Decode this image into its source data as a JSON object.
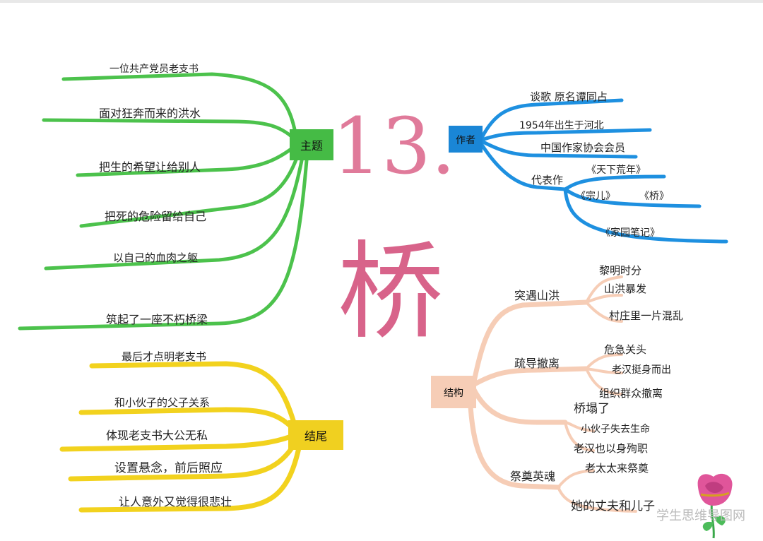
{
  "title": {
    "number": "13.",
    "character": "桥"
  },
  "theme": {
    "label": "主题",
    "color": "#4cc24c",
    "items": [
      "一位共产党员老支书",
      "面对狂奔而来的洪水",
      "把生的希望让给别人",
      "把死的危险留给自己",
      "以自己的血肉之躯",
      "筑起了一座不朽桥梁"
    ]
  },
  "ending": {
    "label": "结尾",
    "color": "#f2d21e",
    "items": [
      "最后才点明老支书",
      "和小伙子的父子关系",
      "体现老支书大公无私",
      "设置悬念，前后照应",
      "让人意外又觉得很悲壮"
    ]
  },
  "author": {
    "label": "作者",
    "color": "#1e90e0",
    "items": [
      "谈歌 原名谭同占",
      "1954年出生于河北",
      "中国作家协会会员"
    ],
    "works_label": "代表作",
    "works": [
      "《天下荒年》",
      "《宗儿》",
      "《桥》",
      "《家园笔记》"
    ]
  },
  "structure": {
    "label": "结构",
    "color": "#f6cdb6",
    "sections": [
      {
        "label": "突遇山洪",
        "items": [
          "黎明时分",
          "山洪暴发",
          "村庄里一片混乱"
        ]
      },
      {
        "label": "疏导撤离",
        "items": [
          "危急关头",
          "老汉挺身而出",
          "组织群众撤离"
        ]
      },
      {
        "label": "桥塌了",
        "items": [
          "小伙子失去生命",
          "老汉也以身殉职"
        ]
      },
      {
        "label": "祭奠英魂",
        "items": [
          "老太太来祭奠",
          "她的丈夫和儿子"
        ]
      }
    ]
  },
  "watermark": "学生思维导图网"
}
